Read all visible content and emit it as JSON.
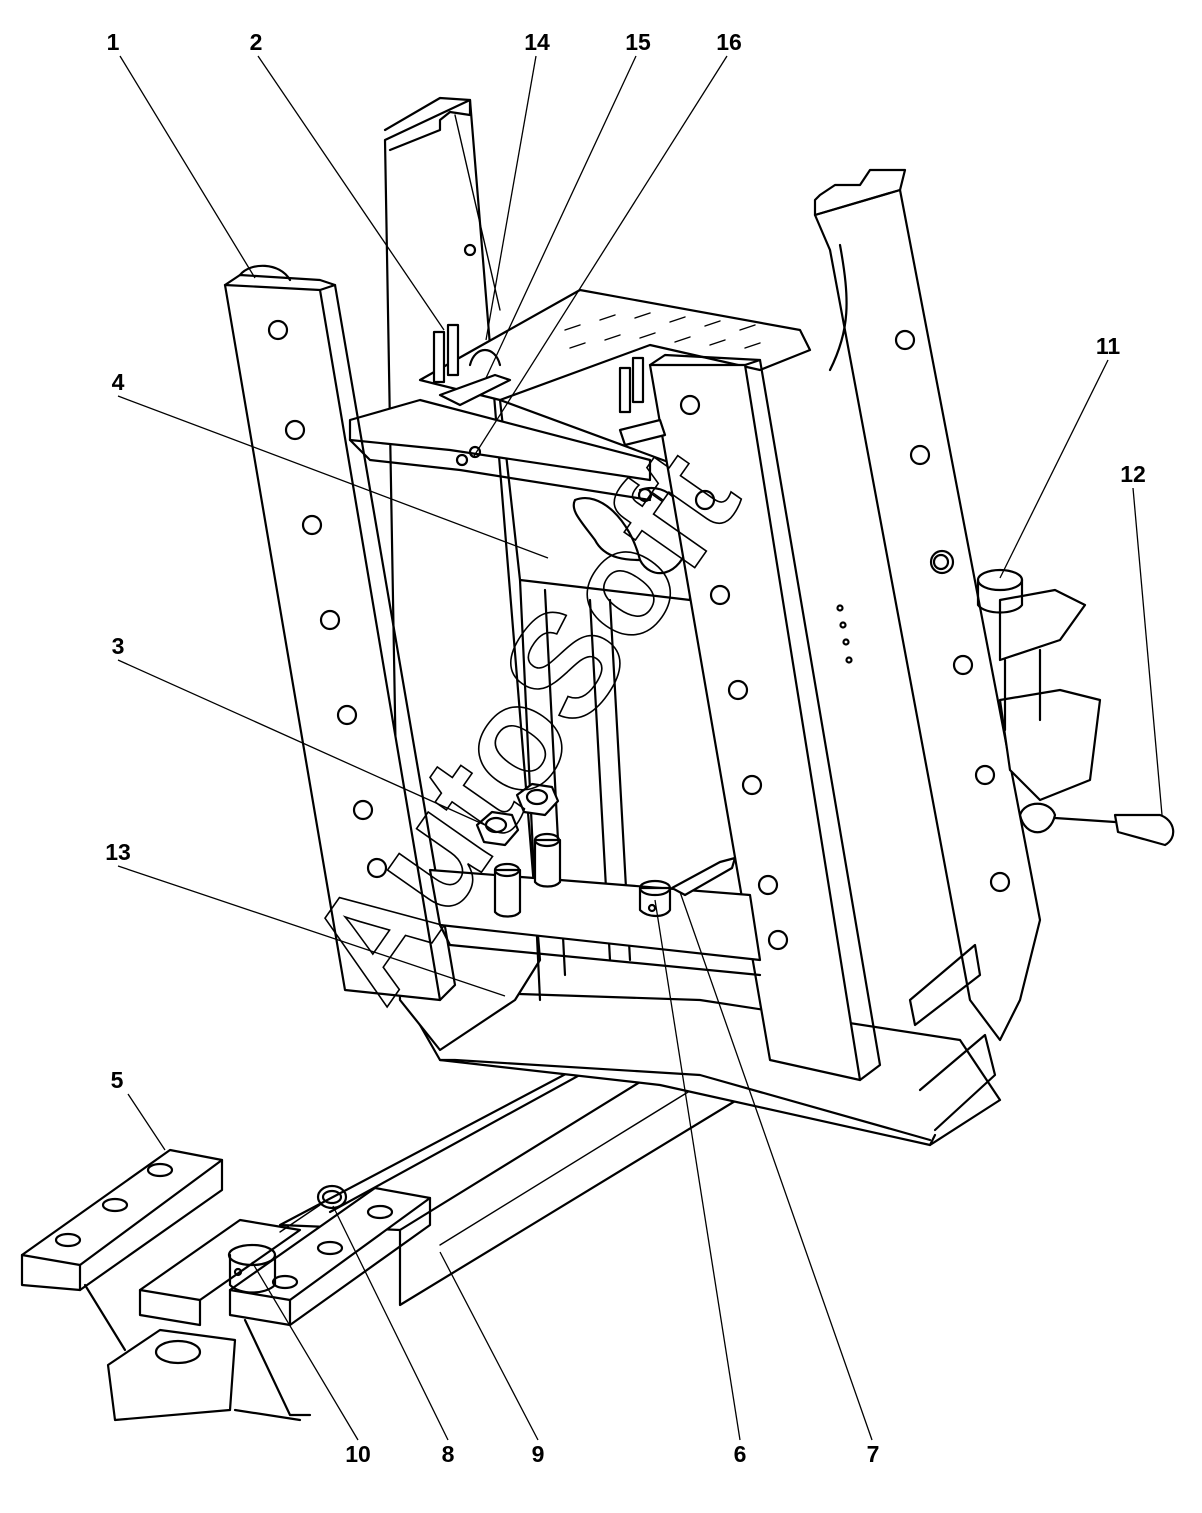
{
  "watermark": "AutoSoft",
  "callouts": [
    {
      "id": "c1",
      "label": "1"
    },
    {
      "id": "c2",
      "label": "2"
    },
    {
      "id": "c14",
      "label": "14"
    },
    {
      "id": "c15",
      "label": "15"
    },
    {
      "id": "c16",
      "label": "16"
    },
    {
      "id": "c4",
      "label": "4"
    },
    {
      "id": "c11",
      "label": "11"
    },
    {
      "id": "c12",
      "label": "12"
    },
    {
      "id": "c3",
      "label": "3"
    },
    {
      "id": "c13",
      "label": "13"
    },
    {
      "id": "c5",
      "label": "5"
    },
    {
      "id": "c10",
      "label": "10"
    },
    {
      "id": "c8",
      "label": "8"
    },
    {
      "id": "c9",
      "label": "9"
    },
    {
      "id": "c6",
      "label": "6"
    },
    {
      "id": "c7",
      "label": "7"
    }
  ]
}
